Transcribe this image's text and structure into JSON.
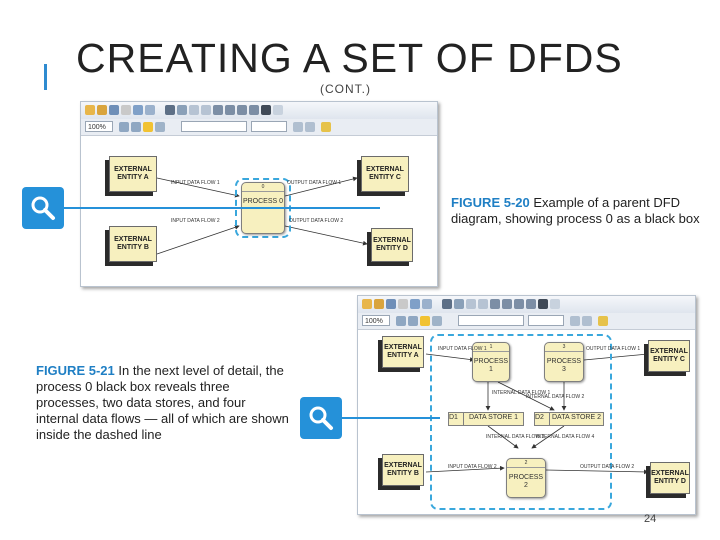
{
  "slide": {
    "title": "CREATING A SET OF DFDS",
    "subtitle": "(CONT.)",
    "page_number": "24",
    "accent_color": "#2591d9"
  },
  "figure_20": {
    "zoom_value": "100%",
    "entities": {
      "a": "EXTERNAL ENTITY A",
      "b": "EXTERNAL ENTITY B",
      "c": "EXTERNAL ENTITY C",
      "d": "EXTERNAL ENTITY D"
    },
    "process": {
      "id": "0",
      "name": "PROCESS 0"
    },
    "flows": {
      "in1": "INPUT DATA FLOW 1",
      "in2": "INPUT DATA FLOW 2",
      "out1": "OUTPUT DATA FLOW 1",
      "out2": "OUTPUT DATA FLOW 2"
    },
    "caption_label": "FIGURE 5-20",
    "caption_text": " Example of a parent DFD diagram, showing process 0 as a black box"
  },
  "figure_21": {
    "zoom_value": "100%",
    "entities": {
      "a": "EXTERNAL ENTITY A",
      "b": "EXTERNAL ENTITY B",
      "c": "EXTERNAL ENTITY C",
      "d": "EXTERNAL ENTITY D"
    },
    "processes": [
      {
        "id": "1",
        "name": "PROCESS 1"
      },
      {
        "id": "3",
        "name": "PROCESS 3"
      },
      {
        "id": "2",
        "name": "PROCESS 2"
      }
    ],
    "stores": [
      {
        "id": "D1",
        "name": "DATA STORE 1"
      },
      {
        "id": "D2",
        "name": "DATA STORE 2"
      }
    ],
    "flows": {
      "in1": "INPUT DATA FLOW 1",
      "in2": "INPUT DATA FLOW 2",
      "out1": "OUTPUT DATA FLOW 1",
      "out2": "OUTPUT DATA FLOW 2",
      "int1": "INTERNAL DATA FLOW 1",
      "int2": "INTERNAL DATA FLOW 2",
      "int3": "INTERNAL DATA FLOW 3",
      "int4": "INTERNAL DATA FLOW 4"
    },
    "caption_label": "FIGURE 5-21",
    "caption_text": " In the next level of detail, the process 0 black box reveals three processes, two data stores, and four internal data flows — all of which are shown inside the dashed line"
  },
  "icons": {
    "zoom_top": "magnifier-icon",
    "zoom_bottom": "magnifier-icon"
  }
}
